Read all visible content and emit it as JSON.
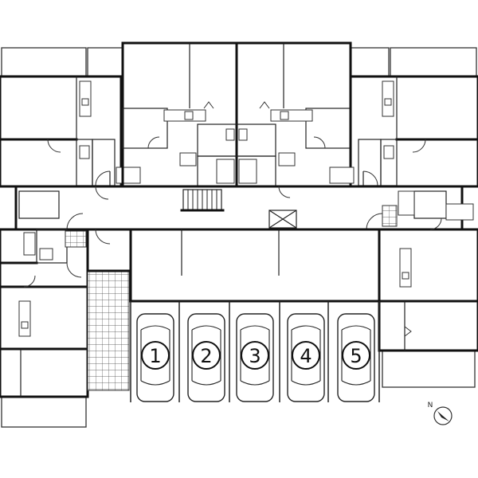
{
  "parking": {
    "stalls": [
      {
        "number": "1"
      },
      {
        "number": "2"
      },
      {
        "number": "3"
      },
      {
        "number": "4"
      },
      {
        "number": "5"
      }
    ]
  },
  "north_arrow": {
    "label": "N"
  }
}
